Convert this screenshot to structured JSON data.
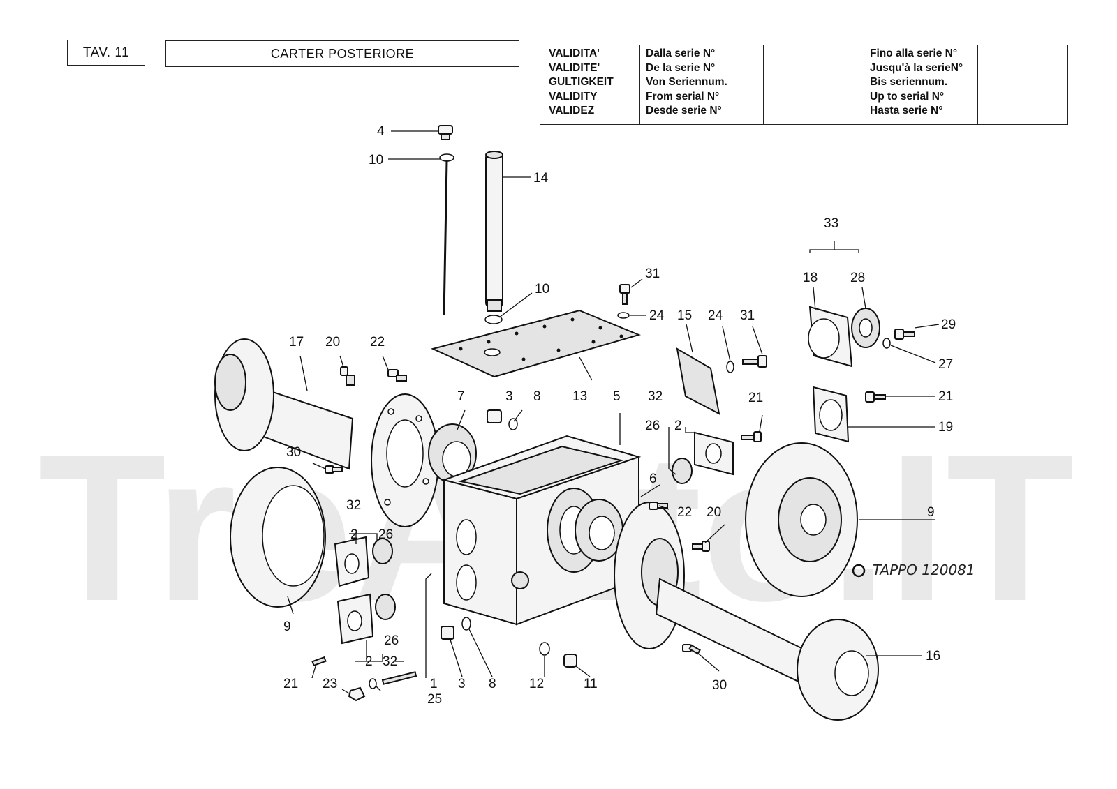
{
  "header": {
    "plate": "TAV. 11",
    "title": "CARTER POSTERIORE"
  },
  "validity": {
    "labels": [
      "VALIDITA'",
      "VALIDITE'",
      "GULTIGKEIT",
      "VALIDITY",
      "VALIDEZ"
    ],
    "from": [
      "Dalla serie N°",
      "De la serie N°",
      "Von  Seriennum.",
      "From serial N°",
      "Desde serie N°"
    ],
    "from_value": "",
    "to": [
      "Fino alla serie N°",
      "Jusqu'à la serieN°",
      "Bis seriennum.",
      "Up to serial N°",
      "Hasta serie N°"
    ],
    "to_value": ""
  },
  "parts": {
    "p4": "4",
    "p10a": "10",
    "p14": "14",
    "p10b": "10",
    "p31a": "31",
    "p24a": "24",
    "p15": "15",
    "p24b": "24",
    "p31b": "31",
    "p33": "33",
    "p18": "18",
    "p28": "28",
    "p29": "29",
    "p27": "27",
    "p21a": "21",
    "p19": "19",
    "p17": "17",
    "p20a": "20",
    "p22a": "22",
    "p7": "7",
    "p3a": "3",
    "p8a": "8",
    "p13": "13",
    "p5": "5",
    "p32a": "32",
    "p26a": "26",
    "p2a": "2",
    "p21b": "21",
    "p30a": "30",
    "p6": "6",
    "p22b": "22",
    "p20b": "20",
    "p9a": "9",
    "p32b": "32",
    "p2b": "2",
    "p26b": "26",
    "p9b": "9",
    "p26c": "26",
    "p2c": "2",
    "p32c": "32",
    "p21c": "21",
    "p23": "23",
    "p1": "1",
    "p25": "25",
    "p3b": "3",
    "p8b": "8",
    "p12": "12",
    "p11": "11",
    "p30b": "30",
    "p16": "16"
  },
  "note": "TAPPO 120081",
  "watermark": "TreAuto.IT"
}
